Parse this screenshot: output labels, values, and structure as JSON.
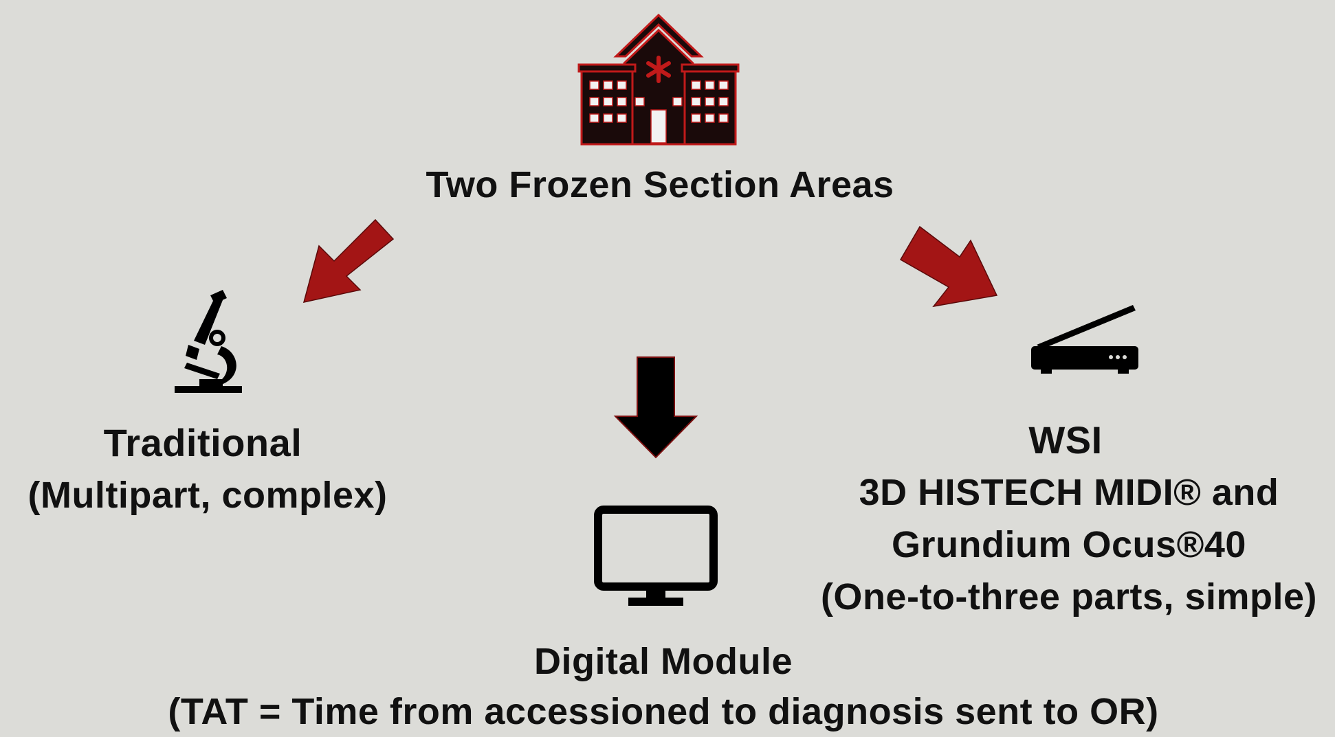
{
  "center": {
    "title": "Two Frozen Section Areas",
    "icon": "hospital-icon"
  },
  "left": {
    "title": "Traditional",
    "subtitle": "(Multipart, complex)",
    "icon": "microscope-icon"
  },
  "right": {
    "title": "WSI",
    "line2": "3D HISTECH MIDI® and",
    "line3": "Grundium Ocus®40",
    "line4": "(One-to-three parts, simple)",
    "icon": "scanner-icon"
  },
  "bottom": {
    "title": "Digital Module",
    "subtitle": "(TAT = Time from accessioned to diagnosis sent to OR)",
    "icon": "monitor-icon"
  },
  "colors": {
    "background": "#dcdcd8",
    "arrow_red": "#a31515",
    "arrow_black": "#000000",
    "hospital_fill": "#1a0a0a",
    "hospital_outline": "#c01a1a"
  }
}
